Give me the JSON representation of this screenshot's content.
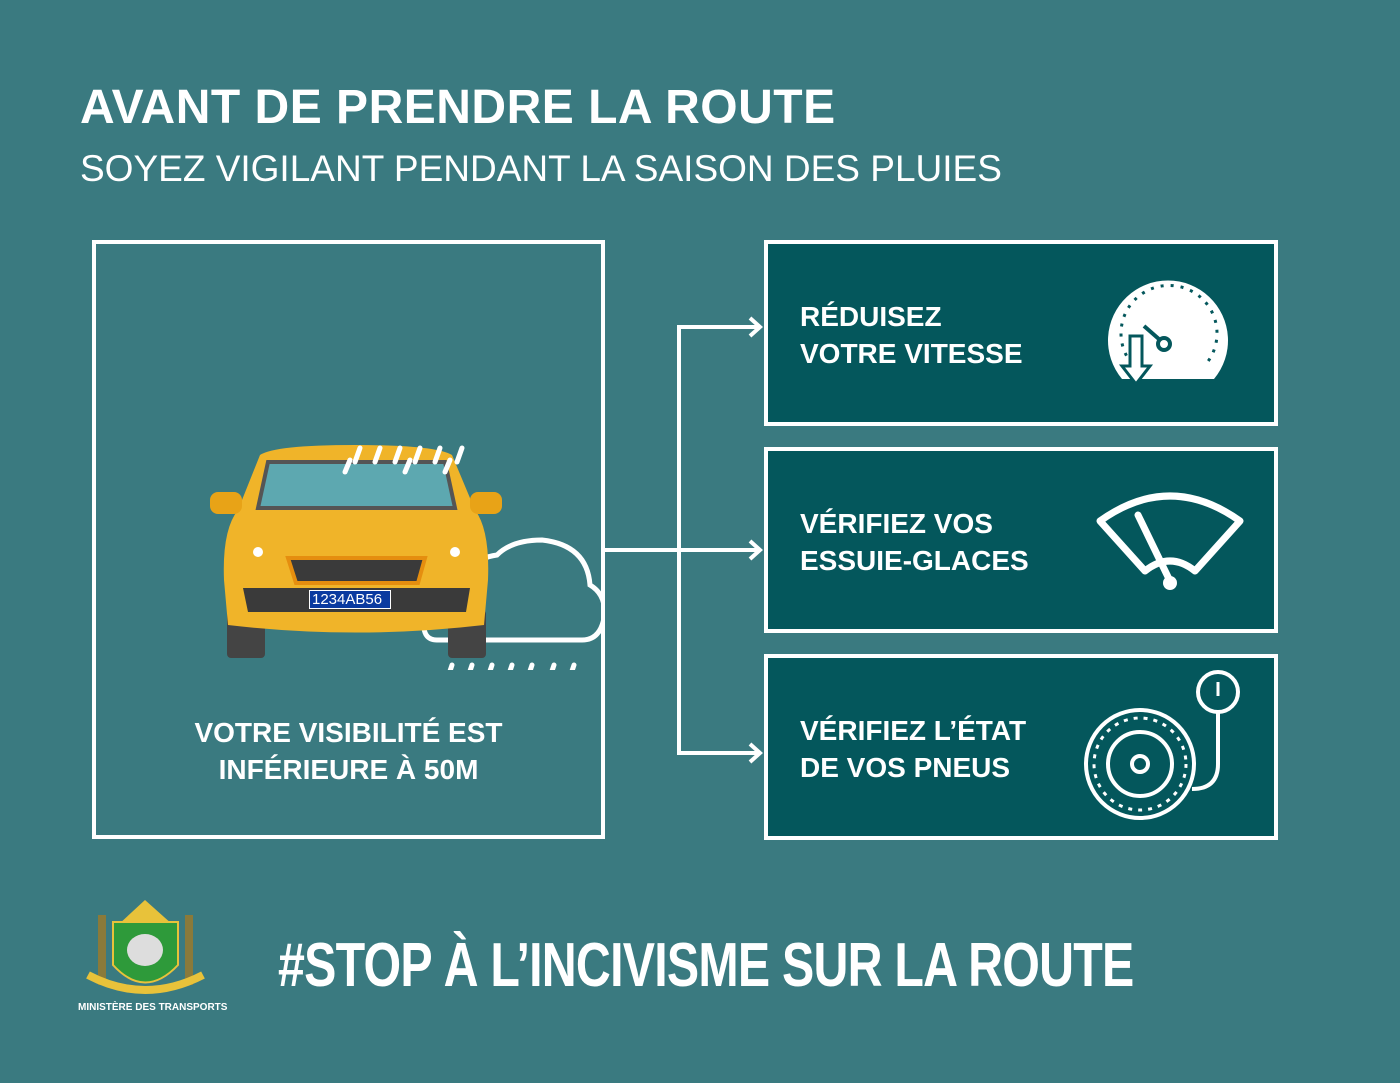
{
  "header": {
    "title": "AVANT DE PRENDRE LA ROUTE",
    "subtitle": "SOYEZ VIGILANT PENDANT LA SAISON DES PLUIES"
  },
  "left_panel": {
    "line1": "VOTRE VISIBILITÉ EST",
    "line2": "INFÉRIEURE À 50M",
    "plate": "1234AB56"
  },
  "cards": [
    {
      "line1": "RÉDUISEZ",
      "line2": "VOTRE VITESSE",
      "icon": "speedometer-icon"
    },
    {
      "line1": "VÉRIFIEZ VOS",
      "line2": "ESSUIE-GLACES",
      "icon": "wiper-icon"
    },
    {
      "line1": "VÉRIFIEZ L’ÉTAT",
      "line2": "DE VOS PNEUS",
      "icon": "tire-gauge-icon"
    }
  ],
  "footer": {
    "hashtag": "#STOP À L’INCIVISME SUR LA ROUTE",
    "ministry": "MINISTÈRE DES TRANSPORTS"
  },
  "colors": {
    "background": "#3a7a80",
    "card": "#04575c",
    "car": "#f0b429"
  }
}
